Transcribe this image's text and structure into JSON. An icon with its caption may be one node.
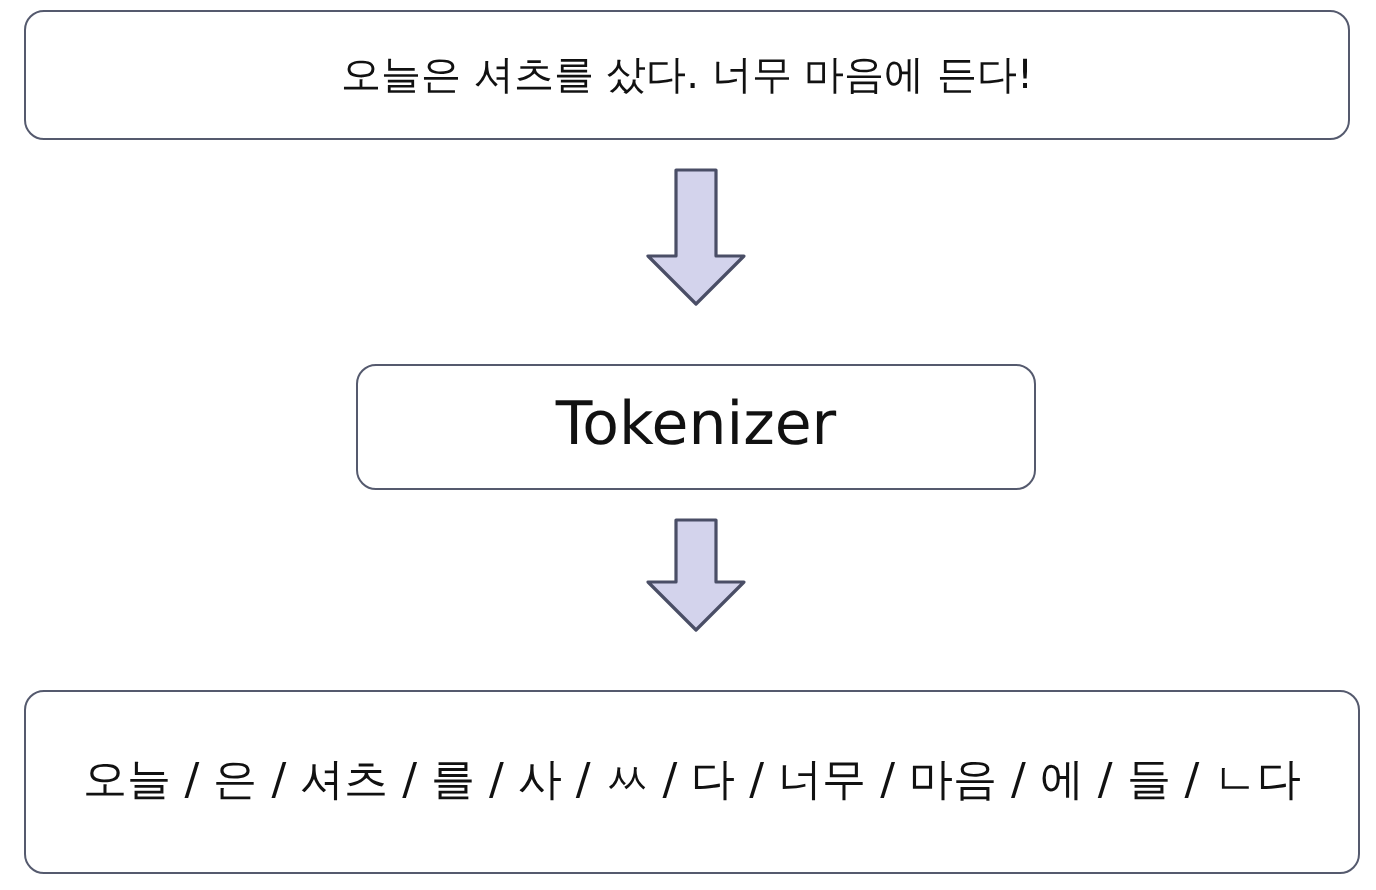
{
  "diagram": {
    "nodes": [
      {
        "text": [
          "오늘은 셔츠를 샀다. 너무 마음에 든다!"
        ]
      },
      {
        "text": [
          "Tokenizer"
        ]
      },
      {
        "text": [
          "오늘 / 은 / 셔츠 / 를 / 사 / ㅆ / 다 / 너무 / 마음 / 에 / 들 / ㄴ다"
        ]
      }
    ],
    "edges": [
      {
        "from": 0,
        "to": 1,
        "arrow": "to"
      },
      {
        "from": 1,
        "to": 2,
        "arrow": "to"
      }
    ]
  }
}
